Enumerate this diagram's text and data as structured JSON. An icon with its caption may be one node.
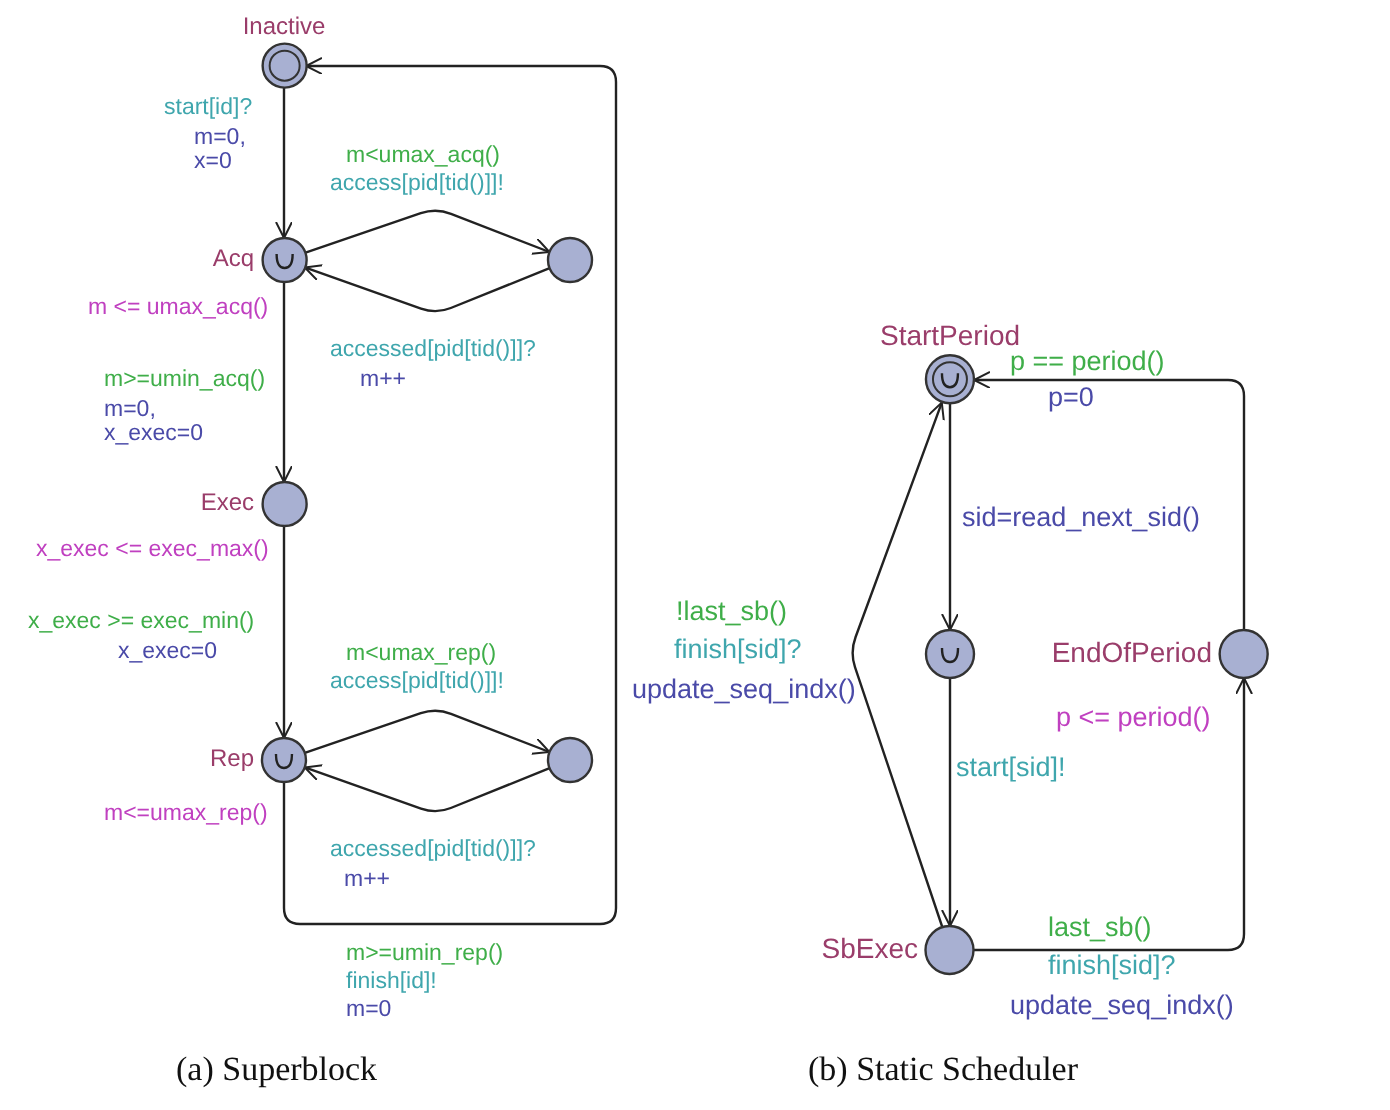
{
  "diagram": {
    "nodes": [
      {
        "text": [
          "Inactive"
        ]
      },
      {
        "text": [
          "Acq"
        ],
        "beside": [
          "m <= umax_acq()"
        ]
      },
      {
        "text": [],
        "shape": "circle"
      },
      {
        "text": [
          "Exec"
        ],
        "beside": [
          "x_exec <= exec_max()"
        ]
      },
      {
        "text": [
          "Rep"
        ],
        "beside": [
          "m<=umax_rep()"
        ]
      },
      {
        "text": [],
        "shape": "circle"
      },
      {
        "text": [
          "StartPeriod"
        ]
      },
      {
        "text": [],
        "shape": "circle"
      },
      {
        "text": [
          "EndOfPeriod"
        ],
        "beside": [
          "p <= period()"
        ]
      },
      {
        "text": [
          "SbExec"
        ]
      }
    ],
    "edges": [
      {
        "from": 0,
        "to": 1,
        "arrow": "to"
      },
      {
        "from": 1,
        "to": 2,
        "arrow": "to"
      },
      {
        "from": 2,
        "to": 1,
        "arrow": "to"
      },
      {
        "from": 1,
        "to": 3,
        "arrow": "to"
      },
      {
        "from": 3,
        "to": 4,
        "arrow": "to"
      },
      {
        "from": 4,
        "to": 5,
        "arrow": "to"
      },
      {
        "from": 5,
        "to": 4,
        "arrow": "to"
      },
      {
        "from": 4,
        "to": 0,
        "arrow": "to"
      },
      {
        "from": 6,
        "to": 7,
        "arrow": "to"
      },
      {
        "from": 7,
        "to": 9,
        "arrow": "to"
      },
      {
        "from": 9,
        "to": 6,
        "arrow": "to"
      },
      {
        "from": 9,
        "to": 8,
        "arrow": "to"
      },
      {
        "from": 8,
        "to": 6,
        "arrow": "to"
      }
    ],
    "labels": [
      "start[id]?",
      "m=0,",
      "x=0",
      "m<umax_acq()",
      "access[pid[tid()]]!",
      "accessed[pid[tid()]]?",
      "m++",
      "m>=umin_acq()",
      "m=0,",
      "x_exec=0",
      "x_exec >= exec_min()",
      "x_exec=0",
      "m<umax_rep()",
      "access[pid[tid()]]!",
      "accessed[pid[tid()]]?",
      "m++",
      "m>=umin_rep()",
      "finish[id]!",
      "m=0",
      "(a) Superblock",
      "p == period()",
      "p=0",
      "sid=read_next_sid()",
      "!last_sb()",
      "finish[sid]?",
      "update_seq_indx()",
      "start[sid]!",
      "last_sb()",
      "finish[sid]?",
      "update_seq_indx()",
      "(b) Static Scheduler"
    ]
  }
}
